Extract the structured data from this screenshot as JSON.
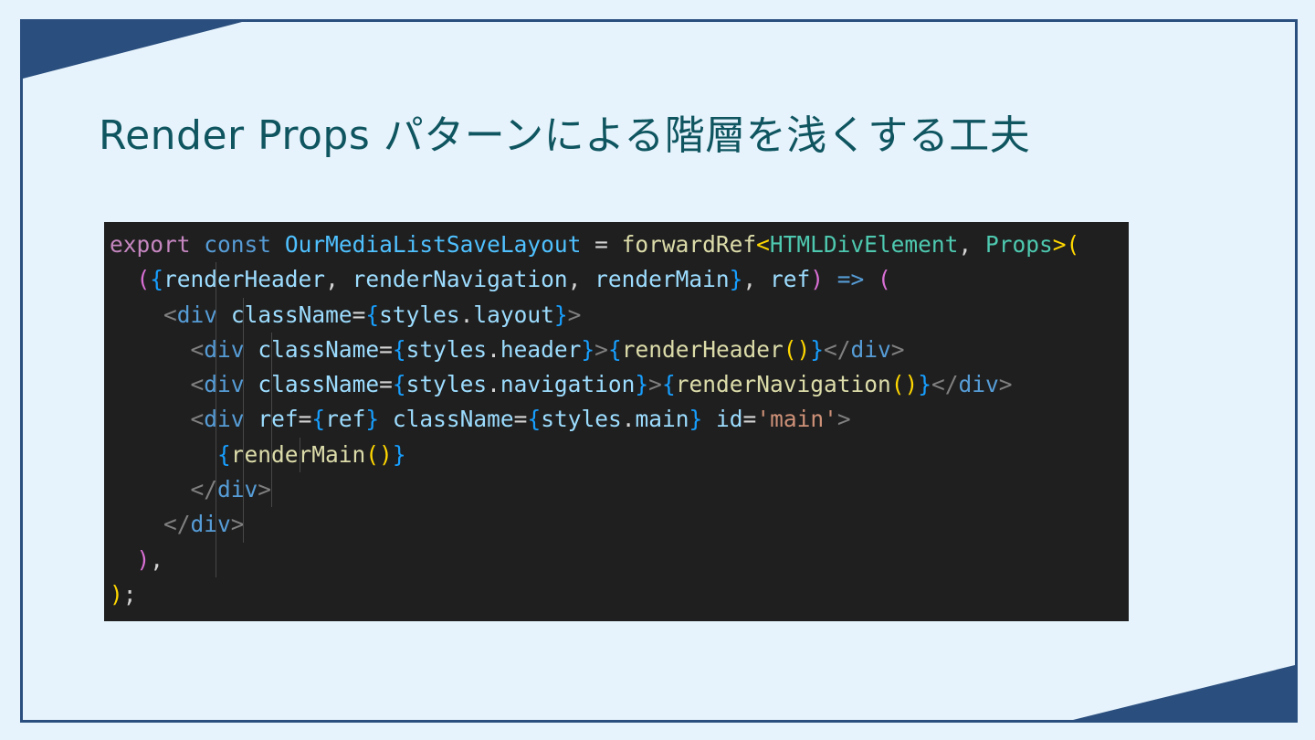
{
  "slide": {
    "title": "Render Props パターンによる階層を浅くする工夫",
    "colors": {
      "background": "#e6f3fc",
      "border": "#2a4e7e",
      "title": "#0f5560",
      "code_background": "#1f1f1f"
    }
  },
  "code": {
    "language": "tsx",
    "lines": [
      "export const OurMediaListSaveLayout = forwardRef<HTMLDivElement, Props>(",
      "  ({renderHeader, renderNavigation, renderMain}, ref) => (",
      "    <div className={styles.layout}>",
      "      <div className={styles.header}>{renderHeader()}</div>",
      "      <div className={styles.navigation}>{renderNavigation()}</div>",
      "      <div ref={ref} className={styles.main} id='main'>",
      "        {renderMain()}",
      "      </div>",
      "    </div>",
      "  ),",
      ");"
    ]
  }
}
